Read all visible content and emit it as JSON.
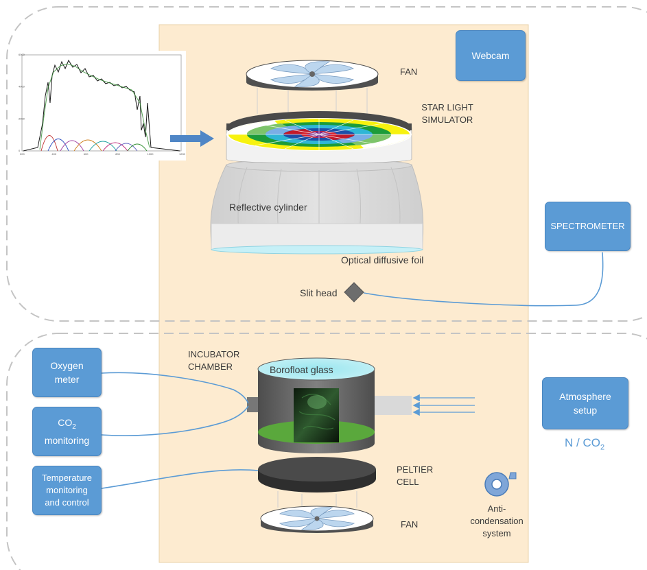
{
  "colors": {
    "panel": "#fdebd0",
    "box": "#5b9bd5",
    "dash": "#bfbfbf",
    "line": "#5b9bd5"
  },
  "labels": {
    "webcam": "Webcam",
    "fan_top": "FAN",
    "star_sim_line1": "STAR LIGHT",
    "star_sim_line2": "SIMULATOR",
    "reflective": "Reflective cylinder",
    "diffusive": "Optical diffusive foil",
    "slit": "Slit head",
    "spectrometer": "SPECTROMETER",
    "incubator_line1": "INCUBATOR",
    "incubator_line2": "CHAMBER",
    "borofloat": "Borofloat glass",
    "oxygen_line1": "Oxygen",
    "oxygen_line2": "meter",
    "co2_main": "CO",
    "co2_sub": "2",
    "co2_line2": "monitoring",
    "temp_line1": "Temperature",
    "temp_line2": "monitoring",
    "temp_line3": "and control",
    "peltier_line1": "PELTIER",
    "peltier_line2": "CELL",
    "fan_bottom": "FAN",
    "atmo_line1": "Atmosphere",
    "atmo_line2": "setup",
    "gas_n": "N / CO",
    "gas_sub": "2",
    "anti_line1": "Anti-",
    "anti_line2": "condensation",
    "anti_line3": "system"
  },
  "spectrum_inset": {
    "title": "",
    "x_ticks": [
      "200",
      "400",
      "600",
      "800",
      "1000",
      "1200"
    ],
    "y_ticks": [
      "0",
      "2000",
      "4000",
      "6000"
    ]
  }
}
